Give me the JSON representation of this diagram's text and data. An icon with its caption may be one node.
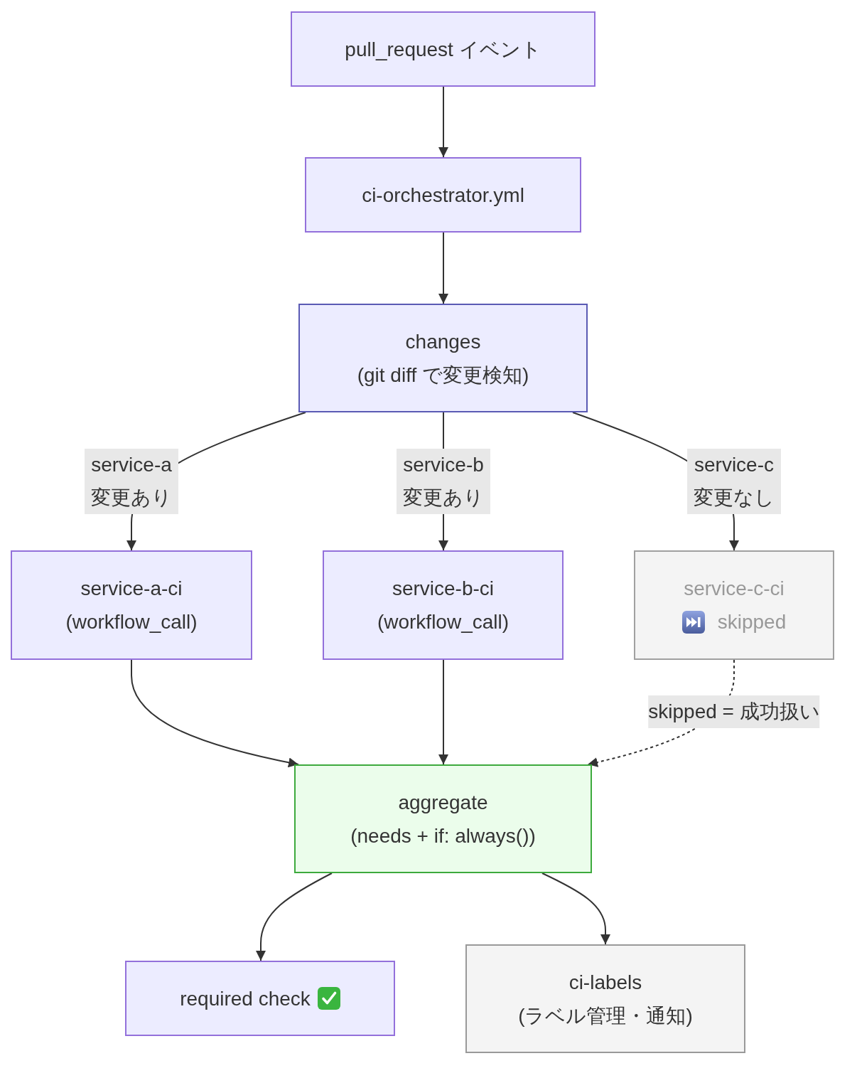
{
  "diagram": {
    "nodes": [
      {
        "text": [
          "pull_request イベント"
        ]
      },
      {
        "text": [
          "ci-orchestrator.yml"
        ]
      },
      {
        "text": [
          "changes",
          "(git diff で変更検知)"
        ]
      },
      {
        "text": [
          "service-a-ci",
          "(workflow_call)"
        ]
      },
      {
        "text": [
          "service-b-ci",
          "(workflow_call)"
        ]
      },
      {
        "text": [
          "service-c-ci",
          "skipped"
        ]
      },
      {
        "text": [
          "aggregate",
          "(needs + if: always())"
        ]
      },
      {
        "text": [
          "required check"
        ]
      },
      {
        "text": [
          "ci-labels",
          "(ラベル管理・通知)"
        ]
      }
    ],
    "edges": [
      {
        "from": 0,
        "to": 1,
        "arrow": "to"
      },
      {
        "from": 1,
        "to": 2,
        "arrow": "to"
      },
      {
        "from": 2,
        "to": 3,
        "arrow": "to",
        "label": "service-a 変更あり"
      },
      {
        "from": 2,
        "to": 4,
        "arrow": "to",
        "label": "service-b 変更あり"
      },
      {
        "from": 2,
        "to": 5,
        "arrow": "to",
        "label": "service-c 変更なし"
      },
      {
        "from": 3,
        "to": 6,
        "arrow": "to"
      },
      {
        "from": 4,
        "to": 6,
        "arrow": "to"
      },
      {
        "from": 5,
        "to": 6,
        "arrow": "to",
        "label": "skipped = 成功扱い",
        "style": "dashed"
      },
      {
        "from": 6,
        "to": 7,
        "arrow": "to"
      },
      {
        "from": 6,
        "to": 8,
        "arrow": "to"
      }
    ]
  }
}
